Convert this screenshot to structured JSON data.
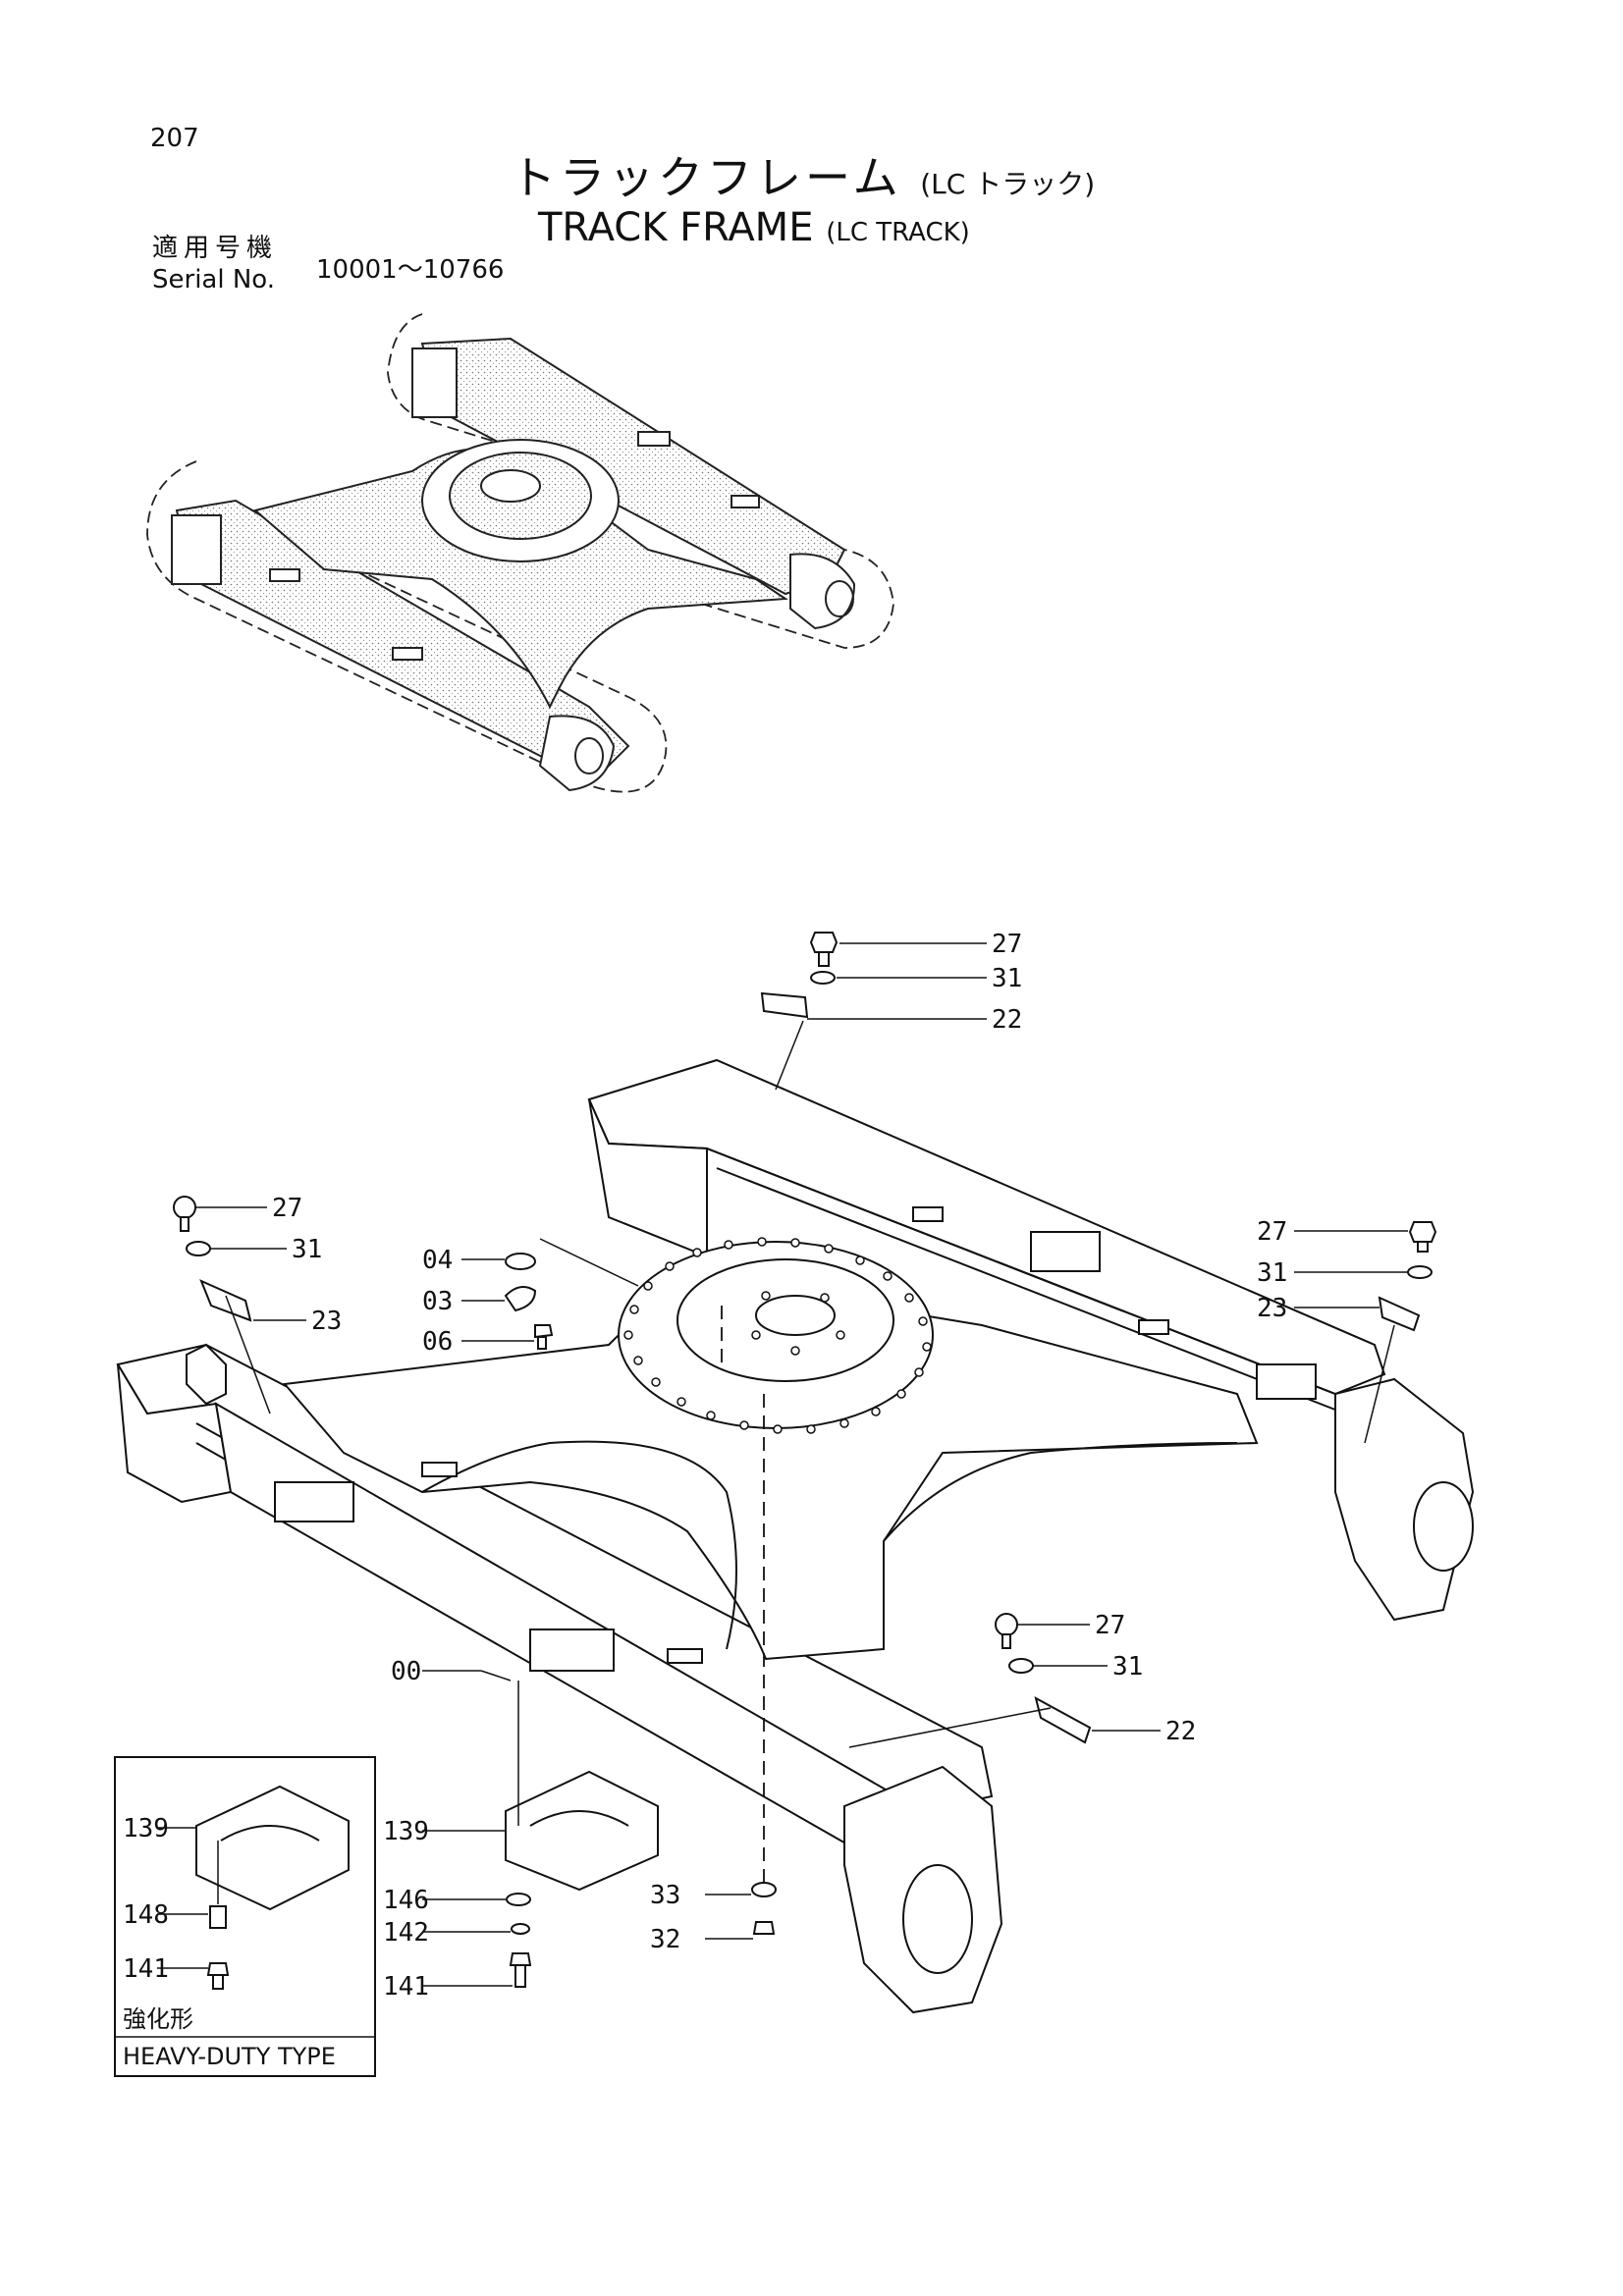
{
  "header": {
    "page_number": "207",
    "title_jp": "トラックフレーム",
    "title_jp_sub": "(LC トラック)",
    "title_en": "TRACK FRAME",
    "title_en_sub": "(LC TRACK)",
    "serial_label_jp": "適用号機",
    "serial_label_en": "Serial No.",
    "serial_range": "10001～10766"
  },
  "callouts": [
    {
      "id": "c27a",
      "text": "27"
    },
    {
      "id": "c31a",
      "text": "31"
    },
    {
      "id": "c22a",
      "text": "22"
    },
    {
      "id": "c27b",
      "text": "27"
    },
    {
      "id": "c31b",
      "text": "31"
    },
    {
      "id": "c23a",
      "text": "23"
    },
    {
      "id": "c04",
      "text": "04"
    },
    {
      "id": "c03",
      "text": "03"
    },
    {
      "id": "c06",
      "text": "06"
    },
    {
      "id": "c27c",
      "text": "27"
    },
    {
      "id": "c31c",
      "text": "31"
    },
    {
      "id": "c23b",
      "text": "23"
    },
    {
      "id": "c27d",
      "text": "27"
    },
    {
      "id": "c31d",
      "text": "31"
    },
    {
      "id": "c22b",
      "text": "22"
    },
    {
      "id": "c00",
      "text": "00"
    },
    {
      "id": "c139a",
      "text": "139"
    },
    {
      "id": "c139b",
      "text": "139"
    },
    {
      "id": "c148",
      "text": "148"
    },
    {
      "id": "c141a",
      "text": "141"
    },
    {
      "id": "c146",
      "text": "146"
    },
    {
      "id": "c142",
      "text": "142"
    },
    {
      "id": "c141b",
      "text": "141"
    },
    {
      "id": "c33",
      "text": "33"
    },
    {
      "id": "c32",
      "text": "32"
    }
  ],
  "inset": {
    "caption_jp": "強化形",
    "caption_en": "HEAVY-DUTY TYPE"
  }
}
